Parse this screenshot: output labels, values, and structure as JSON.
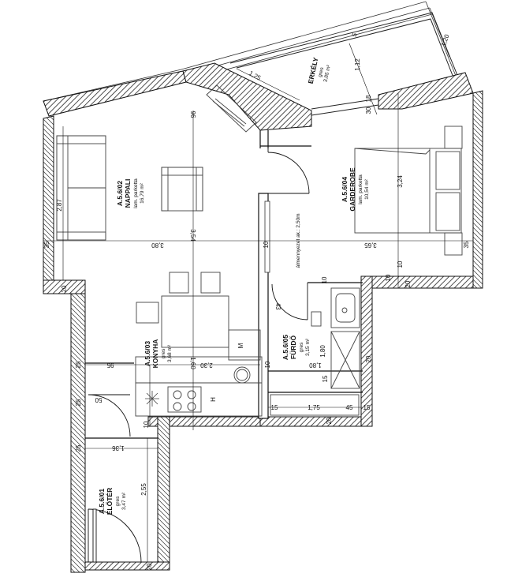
{
  "rooms": [
    {
      "code": "A.5.6/01",
      "name": "ELŐTÉR",
      "floor": "gres",
      "area": "3,47 m²"
    },
    {
      "code": "A.5.6/02",
      "name": "NAPPALI",
      "floor": "lam. parketta",
      "area": "16,79 m²"
    },
    {
      "code": "A.5.6/03",
      "name": "KONYHA",
      "floor": "gres",
      "area": "3,68 m²"
    },
    {
      "code": "A.5.6/04",
      "name": "GARDEROBE",
      "floor": "lam. parketta",
      "area": "10,54 m²"
    },
    {
      "code": "A.5.6/05",
      "name": "FÜRDŐ",
      "floor": "gres",
      "area": "3,15 m²"
    },
    {
      "code": "",
      "name": "ERKÉLY",
      "floor": "gres",
      "area": "3,85 m²"
    }
  ],
  "ceiling_note": "álmennyezet ak.: 2,50m",
  "fixture_labels": {
    "washer": "M",
    "fridge": "H"
  },
  "dimensions": {
    "d287": "2,87",
    "d380": "3,80",
    "d354": "3,54",
    "d365": "3,65",
    "d324": "3,24",
    "d96a": "96",
    "d96b": "95",
    "d160": "1,60",
    "d230": "2,30",
    "d180a": "1,80",
    "d180b": "1,80",
    "d175": "1,75",
    "d136": "1,36",
    "d255": "2,55",
    "d50": "50",
    "d10a": "10",
    "d10b": "10",
    "d10c": "10",
    "d10d": "10",
    "d10e": "10",
    "d10f": "10",
    "d15a": "15",
    "d15b": "15",
    "d15c": "15",
    "d45": "45",
    "d43": "43",
    "d112": "1,12",
    "d18": "18",
    "d30": "30",
    "d125": "1,25",
    "d120": "1,20",
    "d35a": "35",
    "d35b": "35",
    "d20a": "20",
    "d20b": "20",
    "d20c": "20",
    "d20d": "20",
    "d20e": "20",
    "d25a": "25",
    "d25b": "25",
    "d25c": "25",
    "d5": "5"
  }
}
